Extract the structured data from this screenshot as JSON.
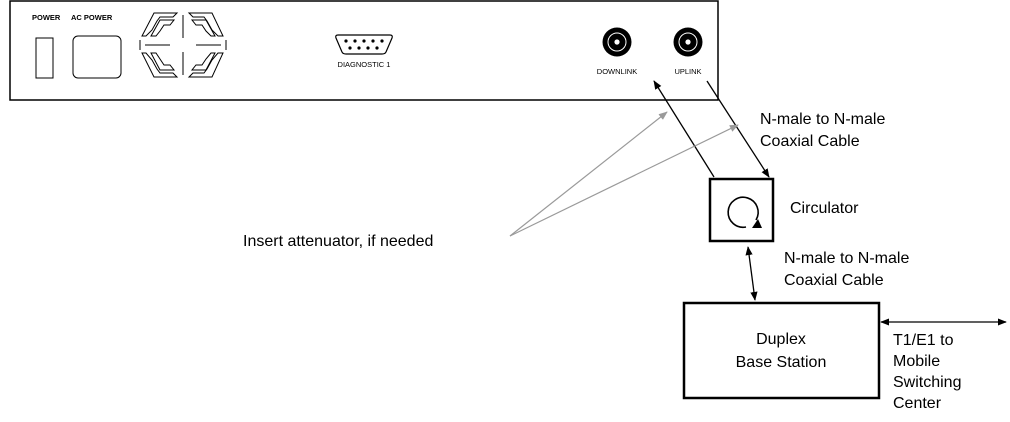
{
  "panel": {
    "labels": {
      "power": "POWER",
      "ac_power": "AC POWER",
      "diagnostic": "DIAGNOSTIC 1",
      "downlink": "DOWNLINK",
      "uplink": "UPLINK"
    }
  },
  "cable_top": {
    "line1": "N-male to N-male",
    "line2": "Coaxial Cable"
  },
  "circulator": {
    "label": "Circulator"
  },
  "cable_bottom": {
    "line1": "N-male to N-male",
    "line2": "Coaxial Cable"
  },
  "attenuator": {
    "label": "Insert attenuator, if needed"
  },
  "base_station": {
    "line1": "Duplex",
    "line2": "Base Station"
  },
  "trunk": {
    "lines": [
      "T1/E1 to",
      "Mobile",
      "Switching",
      "Center"
    ]
  },
  "colors": {
    "ink": "#000000",
    "attenuator_line": "#9a9a9a",
    "background": "#ffffff"
  }
}
